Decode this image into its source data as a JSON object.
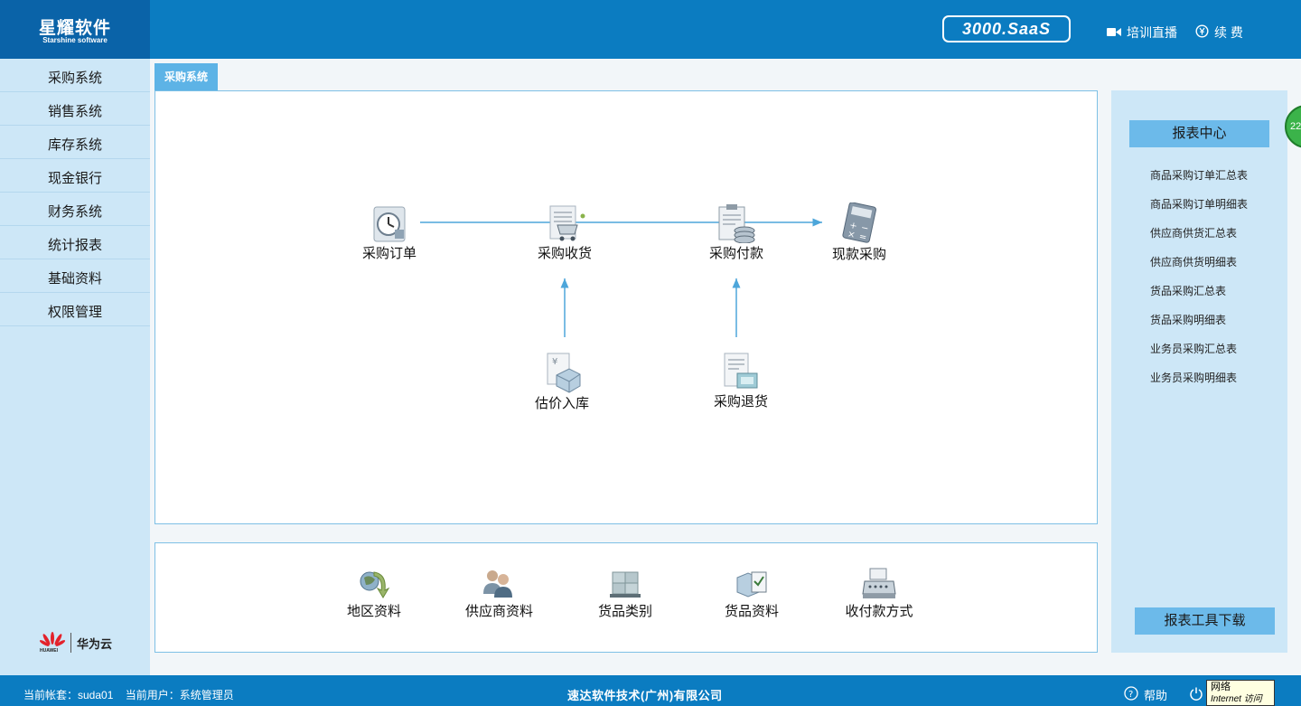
{
  "header": {
    "logo_main": "星耀软件",
    "logo_sub": "Starshine software",
    "badge": "3000.SaaS",
    "training_label": "培训直播",
    "renew_label": "续 费"
  },
  "sidebar": {
    "items": [
      {
        "label": "采购系统"
      },
      {
        "label": "销售系统"
      },
      {
        "label": "库存系统"
      },
      {
        "label": "现金银行"
      },
      {
        "label": "财务系统"
      },
      {
        "label": "统计报表"
      },
      {
        "label": "基础资料"
      },
      {
        "label": "权限管理"
      }
    ],
    "partner_name": "华为云",
    "partner_small": "HUAWEI"
  },
  "tab": {
    "label": "采购系统"
  },
  "flow": {
    "purchase_order": "采购订单",
    "purchase_receive": "采购收货",
    "purchase_payment": "采购付款",
    "cash_purchase": "现款采购",
    "estimate_stockin": "估价入库",
    "purchase_return": "采购退货"
  },
  "basics": {
    "region": "地区资料",
    "supplier": "供应商资料",
    "category": "货品类别",
    "goods": "货品资料",
    "payment_method": "收付款方式"
  },
  "reports": {
    "title": "报表中心",
    "items": [
      "商品采购订单汇总表",
      "商品采购订单明细表",
      "供应商供货汇总表",
      "供应商供货明细表",
      "货品采购汇总表",
      "货品采购明细表",
      "业务员采购汇总表",
      "业务员采购明细表"
    ],
    "download": "报表工具下载"
  },
  "float_badge": "22",
  "footer": {
    "account": "当前帐套：suda01    当前用户：系统管理员",
    "company": "速达软件技术(广州)有限公司",
    "help": "帮助",
    "tip_line1": "网络",
    "tip_line2": "Internet 访问"
  },
  "colors": {
    "header": "#0b7cc1",
    "sidebar": "#cde7f7",
    "accent": "#5db3e6",
    "panel_border": "#7ec0e5"
  }
}
